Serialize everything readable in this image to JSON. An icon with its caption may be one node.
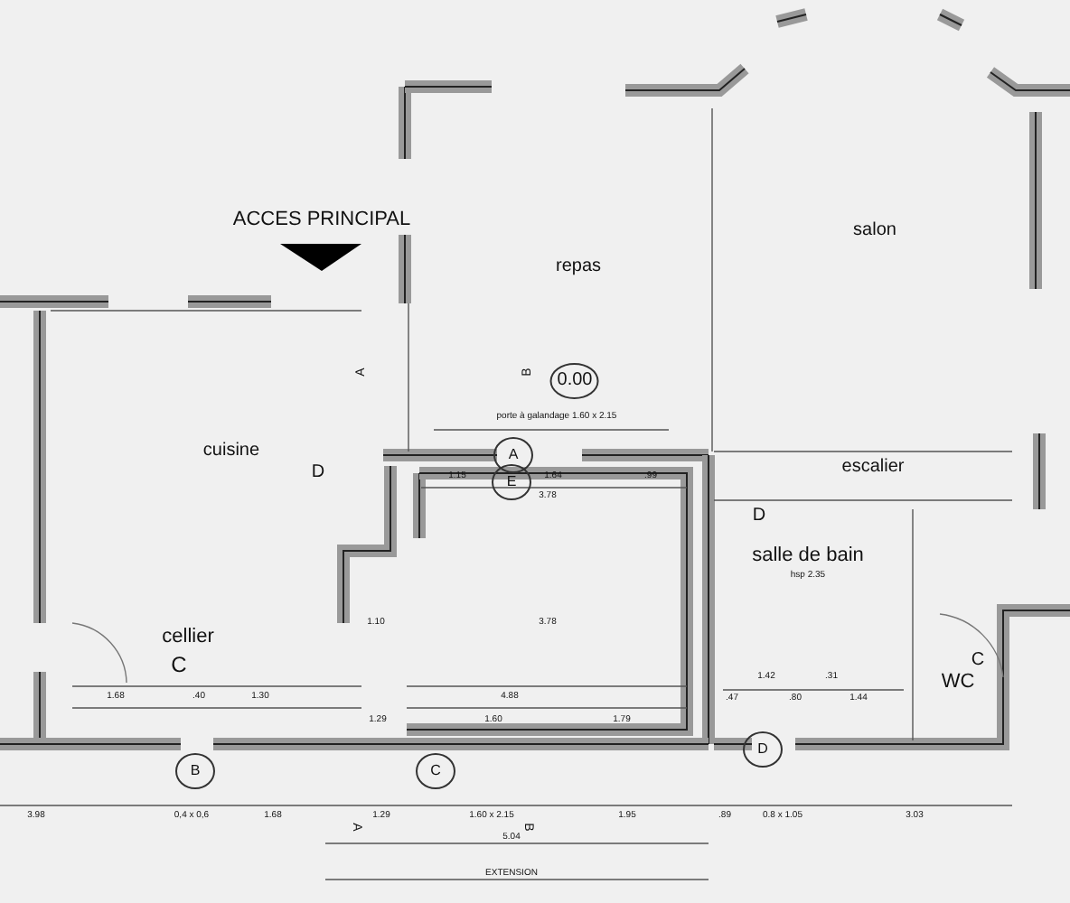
{
  "diagram": {
    "labels": [
      "ACCES PRINCIPAL",
      "repas",
      "salon",
      "A",
      "B",
      "0.00",
      "porte à galandage 1.60 x 2.15",
      "cuisine",
      "D",
      "A",
      "escalier",
      "1.15",
      "E",
      "1.64",
      ".99",
      "3.78",
      "D",
      "salle de bain",
      "hsp 2.35",
      "cellier",
      "C",
      "1.10",
      "3.78",
      "4.88",
      "WC",
      "C",
      "1.68",
      ".40",
      "1.30",
      "1.29",
      "1.60",
      "1.79",
      "1.42",
      ".31",
      ".47",
      ".80",
      "1.44",
      "B",
      "C",
      "D",
      "3.98",
      "0,4 x 0,6",
      "1.68",
      "1.29",
      "1.60 x 2.15",
      "1.95",
      ".89",
      "0.8 x 1.05",
      "3.03",
      "5.04",
      "EXTENSION",
      "A",
      "B"
    ]
  }
}
